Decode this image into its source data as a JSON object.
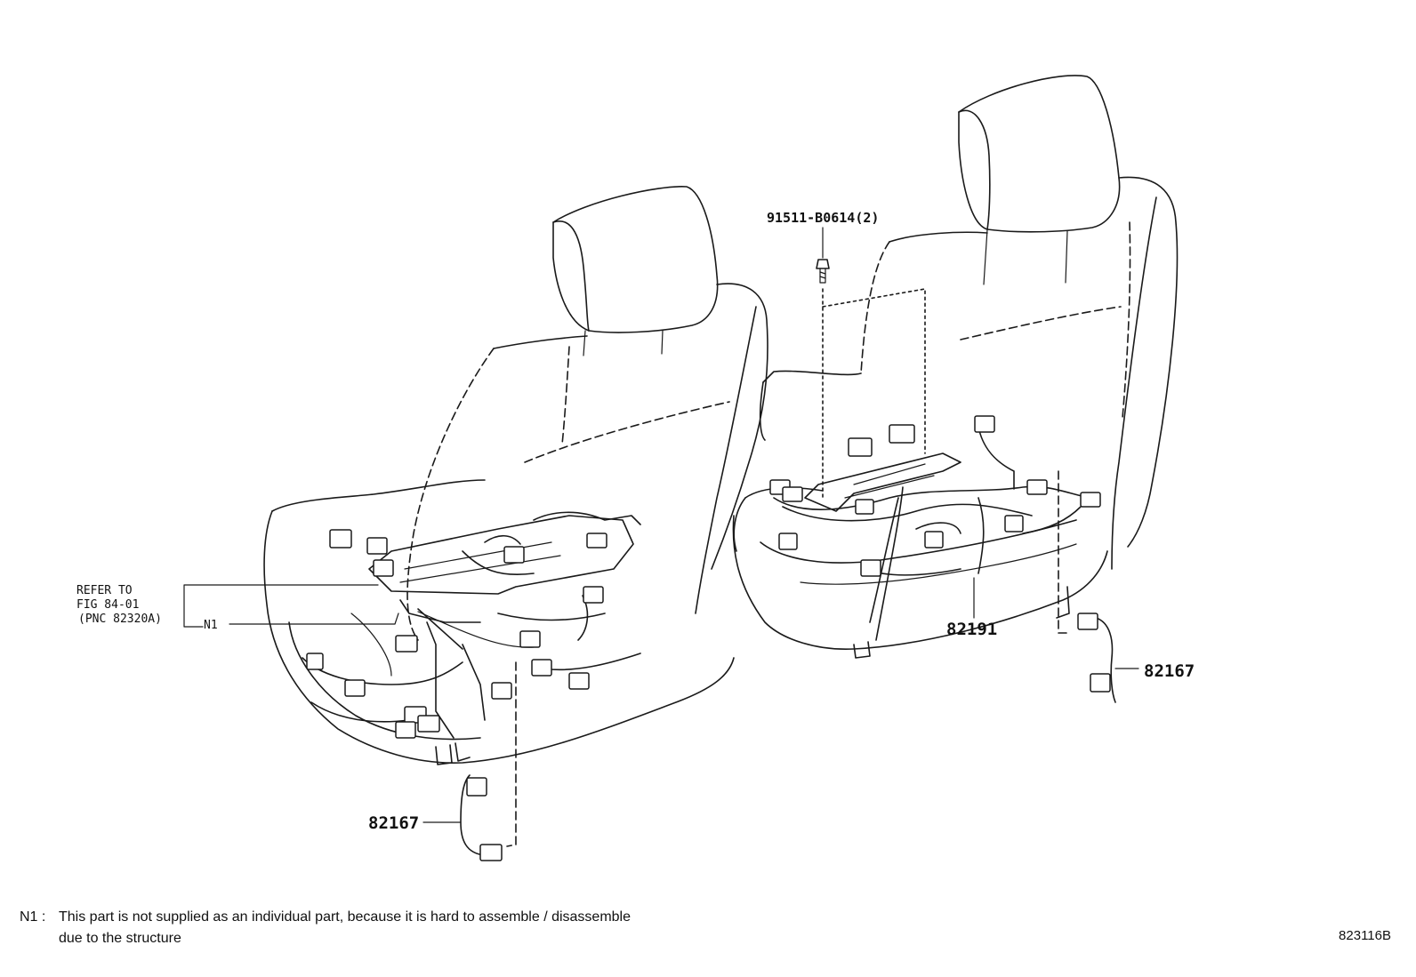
{
  "labels": {
    "bolt": "91511-B0614(2)",
    "harness_right": "82191",
    "harness_sub_right": "82167",
    "harness_sub_left": "82167",
    "refer_line1": "REFER TO",
    "refer_line2": "FIG 84-01",
    "refer_line3": "(PNC 82320A)",
    "n1_tag": "N1"
  },
  "footnote": {
    "marker": "N1 :",
    "line1": "This part is not supplied as an individual part, because it is hard to assemble / disassemble",
    "line2": "due to the structure"
  },
  "illustration_code": "823116B"
}
